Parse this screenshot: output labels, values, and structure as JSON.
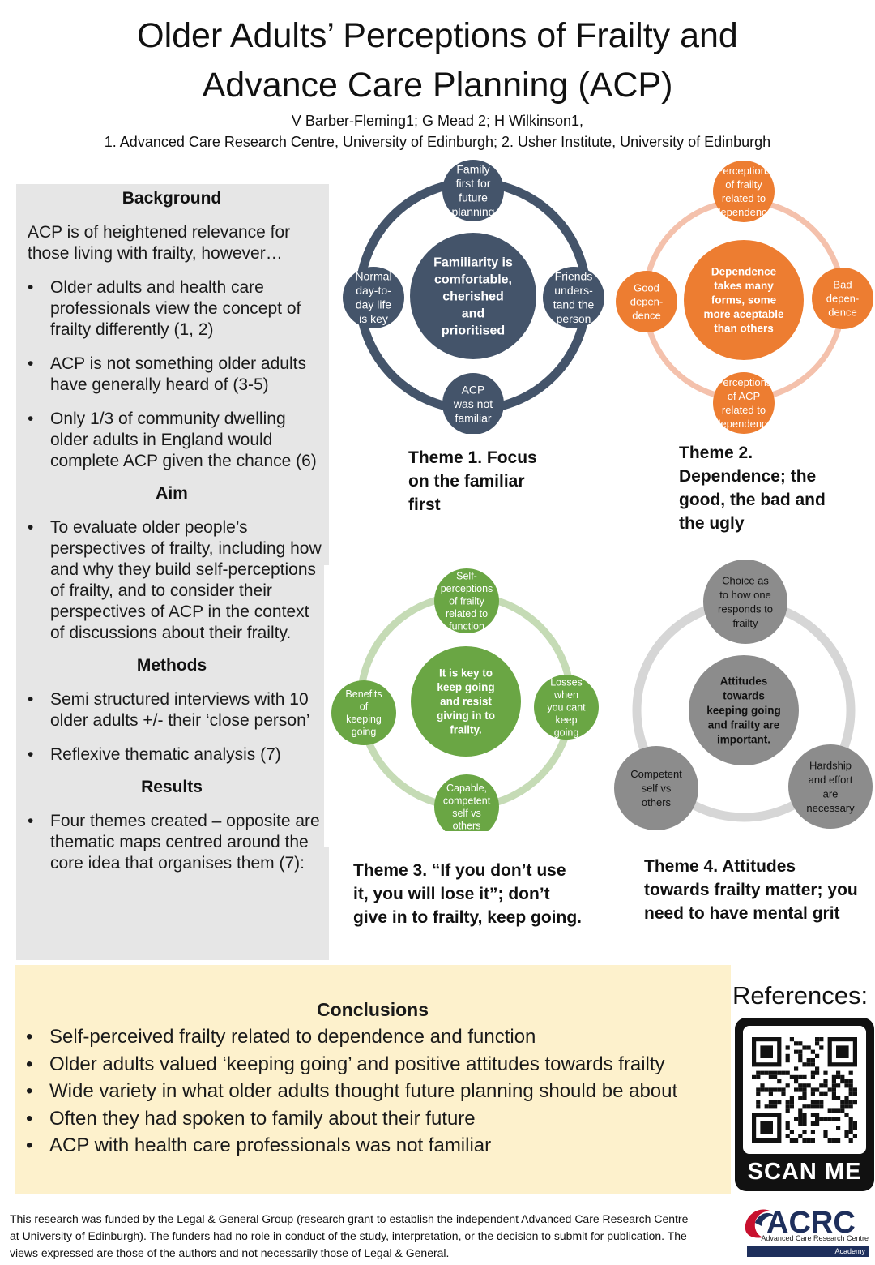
{
  "header": {
    "title_line1": "Older Adults’ Perceptions of Frailty and",
    "title_line2": "Advance Care Planning (ACP)",
    "authors": "V Barber-Fleming1; G Mead 2; H Wilkinson1,",
    "affiliations": "1. Advanced Care Research Centre, University of Edinburgh; 2. Usher Institute, University of Edinburgh"
  },
  "background": {
    "heading": "Background",
    "intro": "ACP is of heightened relevance for those living with frailty, however…",
    "bullets": [
      "Older adults and health care professionals view the concept of frailty differently (1, 2)",
      "ACP is not something older adults have generally heard of (3-5)",
      "Only 1/3 of community dwelling older adults in England would complete ACP given the chance (6)"
    ]
  },
  "aim": {
    "heading": "Aim",
    "bullets": [
      "To evaluate older people’s perspectives of frailty, including how and why they build self-perceptions of frailty, and to consider their perspectives of ACP in the context of discussions about their frailty."
    ]
  },
  "methods": {
    "heading": "Methods",
    "bullets": [
      "Semi structured interviews with 10 older adults +/- their ‘close person’",
      "Reflexive thematic analysis (7)"
    ]
  },
  "results": {
    "heading": "Results",
    "bullets": [
      "Four themes created – opposite are thematic maps centred around the core idea that organises them (7):"
    ]
  },
  "themes": [
    {
      "caption": [
        "Theme 1. Focus",
        "on the familiar",
        "first"
      ],
      "colors": {
        "ring": "#44546a",
        "center": "#44546a",
        "node": "#44546a",
        "text": "#ffffff"
      },
      "center": [
        "Familiarity is",
        "comfortable,",
        "cherished",
        "and",
        "prioritised"
      ],
      "top": [
        "Family",
        "first for",
        "future",
        "planning"
      ],
      "right": [
        "Friends",
        "unders-",
        "tand the",
        "person"
      ],
      "bottom": [
        "ACP",
        "was not",
        "familiar"
      ],
      "left": [
        "Normal",
        "day-to-",
        "day life",
        "is key"
      ]
    },
    {
      "caption": [
        "Theme 2.",
        "Dependence; the",
        "good, the bad and",
        "the ugly"
      ],
      "colors": {
        "ring": "#f4c1ac",
        "center": "#ed7d31",
        "node": "#ed7d31",
        "text": "#ffffff"
      },
      "center": [
        "Dependence",
        "takes many",
        "forms, some",
        "more aceptable",
        "than others"
      ],
      "top": [
        "Perceptions",
        "of frailty",
        "related to",
        "dependence"
      ],
      "right": [
        "Bad",
        "depen-",
        "dence"
      ],
      "bottom": [
        "Perceptions",
        "of ACP",
        "related to",
        "dependence"
      ],
      "left": [
        "Good",
        "depen-",
        "dence"
      ]
    },
    {
      "caption": [
        "Theme 3. “If you don’t use",
        "it, you will lose it”; don’t",
        "give in to frailty, keep going."
      ],
      "colors": {
        "ring": "#c5dbb5",
        "center": "#6aa644",
        "node": "#6aa644",
        "text": "#ffffff"
      },
      "center": [
        "It is key to",
        "keep going",
        "and resist",
        "giving in to",
        "frailty."
      ],
      "top": [
        "Self-",
        "perceptions",
        "of frailty",
        "related to",
        "function"
      ],
      "right": [
        "Losses",
        "when",
        "you cant",
        "keep",
        "going"
      ],
      "bottom": [
        "Capable,",
        "competent",
        "self vs",
        "others"
      ],
      "left": [
        "Benefits",
        "of",
        "keeping",
        "going"
      ]
    },
    {
      "caption": [
        "Theme 4. Attitudes",
        "towards frailty matter; you",
        "need to have mental grit"
      ],
      "colors": {
        "ring": "#d6d6d6",
        "center": "#8c8c8c",
        "node": "#8c8c8c",
        "text": "#111111"
      },
      "center": [
        "Attitudes",
        "towards",
        "keeping going",
        "and frailty are",
        "important."
      ],
      "top": [
        "Choice as",
        "to how one",
        "responds to",
        "frailty"
      ],
      "bottom_right": [
        "Hardship",
        "and effort",
        "are",
        "necessary"
      ],
      "bottom_left": [
        "Competent",
        "self vs",
        "others"
      ]
    }
  ],
  "conclusions": {
    "heading": "Conclusions",
    "bullets": [
      "Self-perceived frailty related to dependence and function",
      "Older adults valued ‘keeping going’ and positive attitudes towards frailty",
      "Wide variety in what older adults thought future planning should be about",
      "Often they had spoken to family about their future",
      "ACP with health care professionals was not familiar"
    ]
  },
  "references": {
    "label": "References:",
    "scan_label": "SCAN ME"
  },
  "funding": "This research was funded by the Legal & General Group (research grant to establish the independent Advanced Care Research Centre at University of Edinburgh). The funders had no role in conduct of the study, interpretation, or the decision to submit for publication. The views expressed are those of the authors and not necessarily those of Legal & General.",
  "logo": {
    "text": "ACRC",
    "subtitle": "Advanced Care Research Centre",
    "academy": "Academy"
  }
}
